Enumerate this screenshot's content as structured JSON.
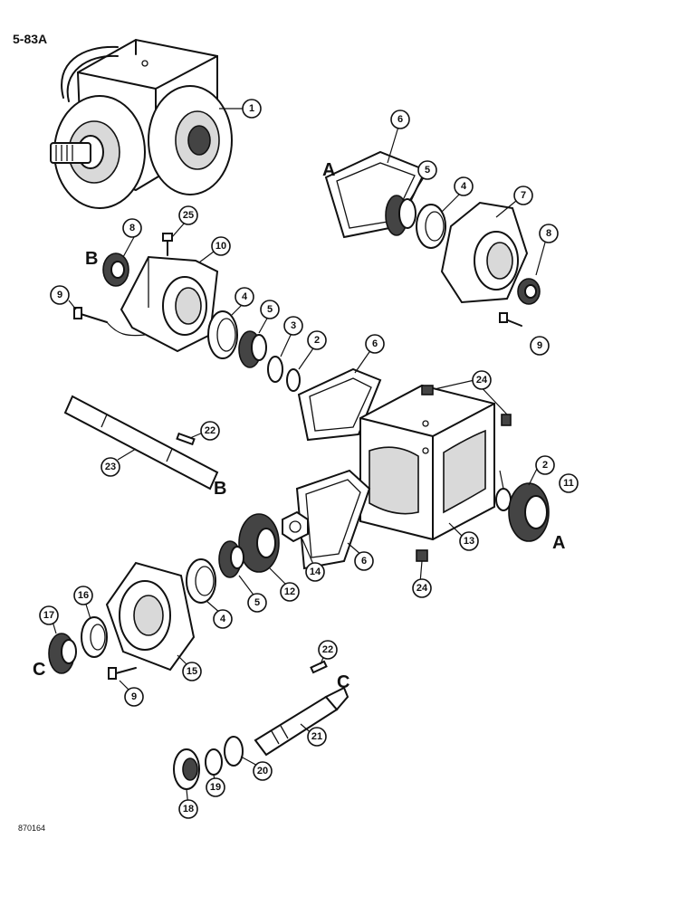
{
  "figure_label": "5-83A",
  "drawing_code": "870164",
  "reference_letters": {
    "a": "A",
    "b": "B",
    "c": "C"
  },
  "callouts": [
    {
      "id": "c1",
      "label": "1"
    },
    {
      "id": "c6a",
      "label": "6"
    },
    {
      "id": "c5a",
      "label": "5"
    },
    {
      "id": "c4a",
      "label": "4"
    },
    {
      "id": "c7",
      "label": "7"
    },
    {
      "id": "c8a",
      "label": "8"
    },
    {
      "id": "c8b",
      "label": "8"
    },
    {
      "id": "c9a",
      "label": "9"
    },
    {
      "id": "c25",
      "label": "25"
    },
    {
      "id": "c10",
      "label": "10"
    },
    {
      "id": "c9b",
      "label": "9"
    },
    {
      "id": "c4b",
      "label": "4"
    },
    {
      "id": "c5b",
      "label": "5"
    },
    {
      "id": "c3",
      "label": "3"
    },
    {
      "id": "c2a",
      "label": "2"
    },
    {
      "id": "c6b",
      "label": "6"
    },
    {
      "id": "c24a",
      "label": "24"
    },
    {
      "id": "c22a",
      "label": "22"
    },
    {
      "id": "c23",
      "label": "23"
    },
    {
      "id": "c2b",
      "label": "2"
    },
    {
      "id": "c11",
      "label": "11"
    },
    {
      "id": "c13",
      "label": "13"
    },
    {
      "id": "c24b",
      "label": "24"
    },
    {
      "id": "c6c",
      "label": "6"
    },
    {
      "id": "c14",
      "label": "14"
    },
    {
      "id": "c12",
      "label": "12"
    },
    {
      "id": "c5c",
      "label": "5"
    },
    {
      "id": "c4c",
      "label": "4"
    },
    {
      "id": "c16",
      "label": "16"
    },
    {
      "id": "c17",
      "label": "17"
    },
    {
      "id": "c15",
      "label": "15"
    },
    {
      "id": "c9c",
      "label": "9"
    },
    {
      "id": "c22b",
      "label": "22"
    },
    {
      "id": "c21",
      "label": "21"
    },
    {
      "id": "c20",
      "label": "20"
    },
    {
      "id": "c19",
      "label": "19"
    },
    {
      "id": "c18",
      "label": "18"
    }
  ]
}
